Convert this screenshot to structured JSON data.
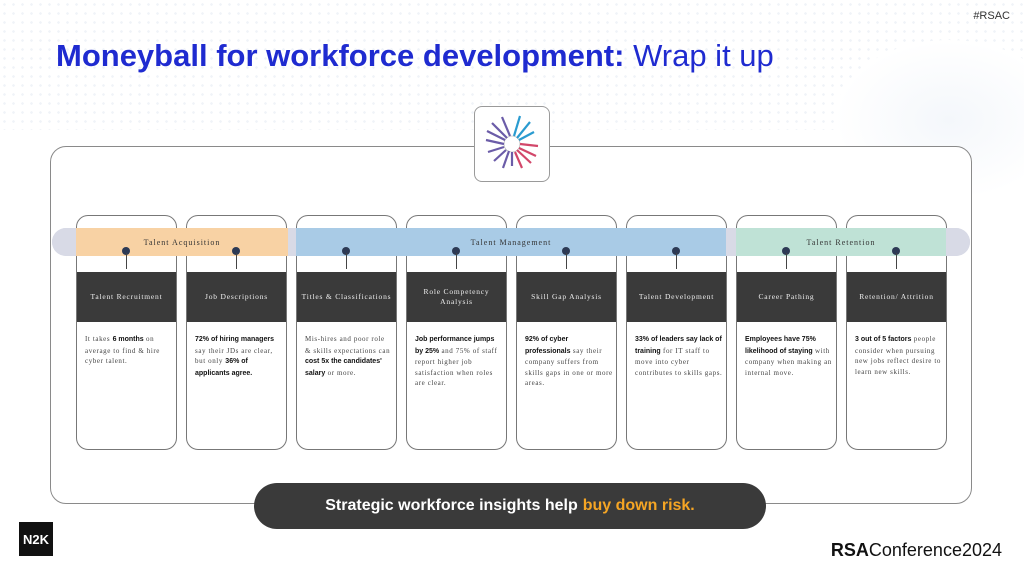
{
  "header": {
    "tag": "#RSAC",
    "title_bold": "Moneyball for workforce development:",
    "title_light": "Wrap it up"
  },
  "phases": [
    {
      "label": "Talent Acquisition",
      "color": "#f8d2a4"
    },
    {
      "label": "Talent Management",
      "color": "#a9cbe6"
    },
    {
      "label": "Talent Retention",
      "color": "#bfe2d6"
    }
  ],
  "cards": [
    {
      "head": "Talent Recruitment",
      "b1": "",
      "t1": "It takes ",
      "b2": "6 months",
      "t2": " on average to find & hire cyber talent."
    },
    {
      "head": "Job Descriptions",
      "b1": "72% of hiring managers",
      "t1": " say their JDs are clear, but only ",
      "b2": "36% of applicants agree.",
      "t2": ""
    },
    {
      "head": "Titles & Classifications",
      "b1": "",
      "t1": "Mis-hires and poor role & skills expectations can ",
      "b2": "cost 5x the candidates' salary",
      "t2": " or more."
    },
    {
      "head": "Role Competency Analysis",
      "b1": "Job performance jumps by 25%",
      "t1": " and 75% of staff report higher job satisfaction when roles are clear.",
      "b2": "",
      "t2": ""
    },
    {
      "head": "Skill Gap Analysis",
      "b1": "92% of cyber professionals",
      "t1": " say their company suffers from skills gaps in one or more areas.",
      "b2": "",
      "t2": ""
    },
    {
      "head": "Talent Development",
      "b1": "33% of leaders say lack of training",
      "t1": " for IT staff to move into cyber contributes to skills gaps.",
      "b2": "",
      "t2": ""
    },
    {
      "head": "Career Pathing",
      "b1": "Employees have 75% likelihood of staying",
      "t1": " with company when making an internal move.",
      "b2": "",
      "t2": ""
    },
    {
      "head": "Retention/ Attrition",
      "b1": "3 out of 5 factors",
      "t1": " people consider when pursuing new jobs reflect desire to learn new skills.",
      "b2": "",
      "t2": ""
    }
  ],
  "banner": {
    "text": "Strategic workforce insights help",
    "highlight": "buy down risk."
  },
  "footer": {
    "n2k": "N2K",
    "rsa": "RSA",
    "conference": "Conference2024"
  }
}
